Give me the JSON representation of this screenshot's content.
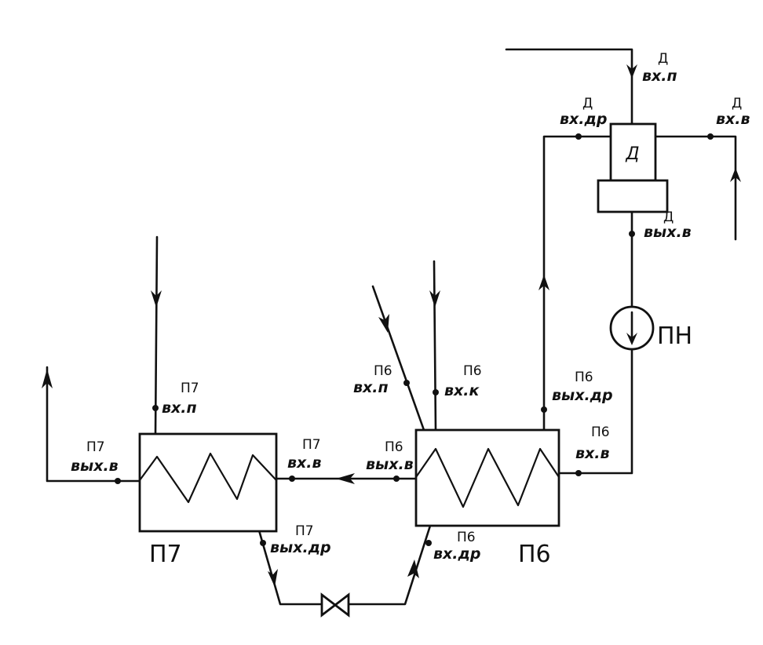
{
  "units": {
    "p7": {
      "name": "П7"
    },
    "p6": {
      "name": "П6"
    },
    "deaerator": {
      "symbol": "Д"
    },
    "pump": {
      "name": "ПН"
    }
  },
  "labels": {
    "d_in_steam": {
      "sup": "Д",
      "text": "вх.п"
    },
    "d_in_drain": {
      "sup": "Д",
      "text": "вх.др"
    },
    "d_in_water": {
      "sup": "Д",
      "text": "вх.в"
    },
    "d_out_water": {
      "sup": "Д",
      "text": "вых.в"
    },
    "p7_in_steam": {
      "sup": "П7",
      "text": "вх.п"
    },
    "p7_out_water": {
      "sup": "П7",
      "text": "вых.в"
    },
    "p7_in_water": {
      "sup": "П7",
      "text": "вх.в"
    },
    "p7_out_drain": {
      "sup": "П7",
      "text": "вых.др"
    },
    "p6_in_steam": {
      "sup": "П6",
      "text": "вх.п"
    },
    "p6_in_cond": {
      "sup": "П6",
      "text": "вх.к"
    },
    "p6_out_water": {
      "sup": "П6",
      "text": "вых.в"
    },
    "p6_out_drain": {
      "sup": "П6",
      "text": "вых.др"
    },
    "p6_in_water": {
      "sup": "П6",
      "text": "вх.в"
    },
    "p6_in_drain": {
      "sup": "П6",
      "text": "вх.др"
    }
  }
}
